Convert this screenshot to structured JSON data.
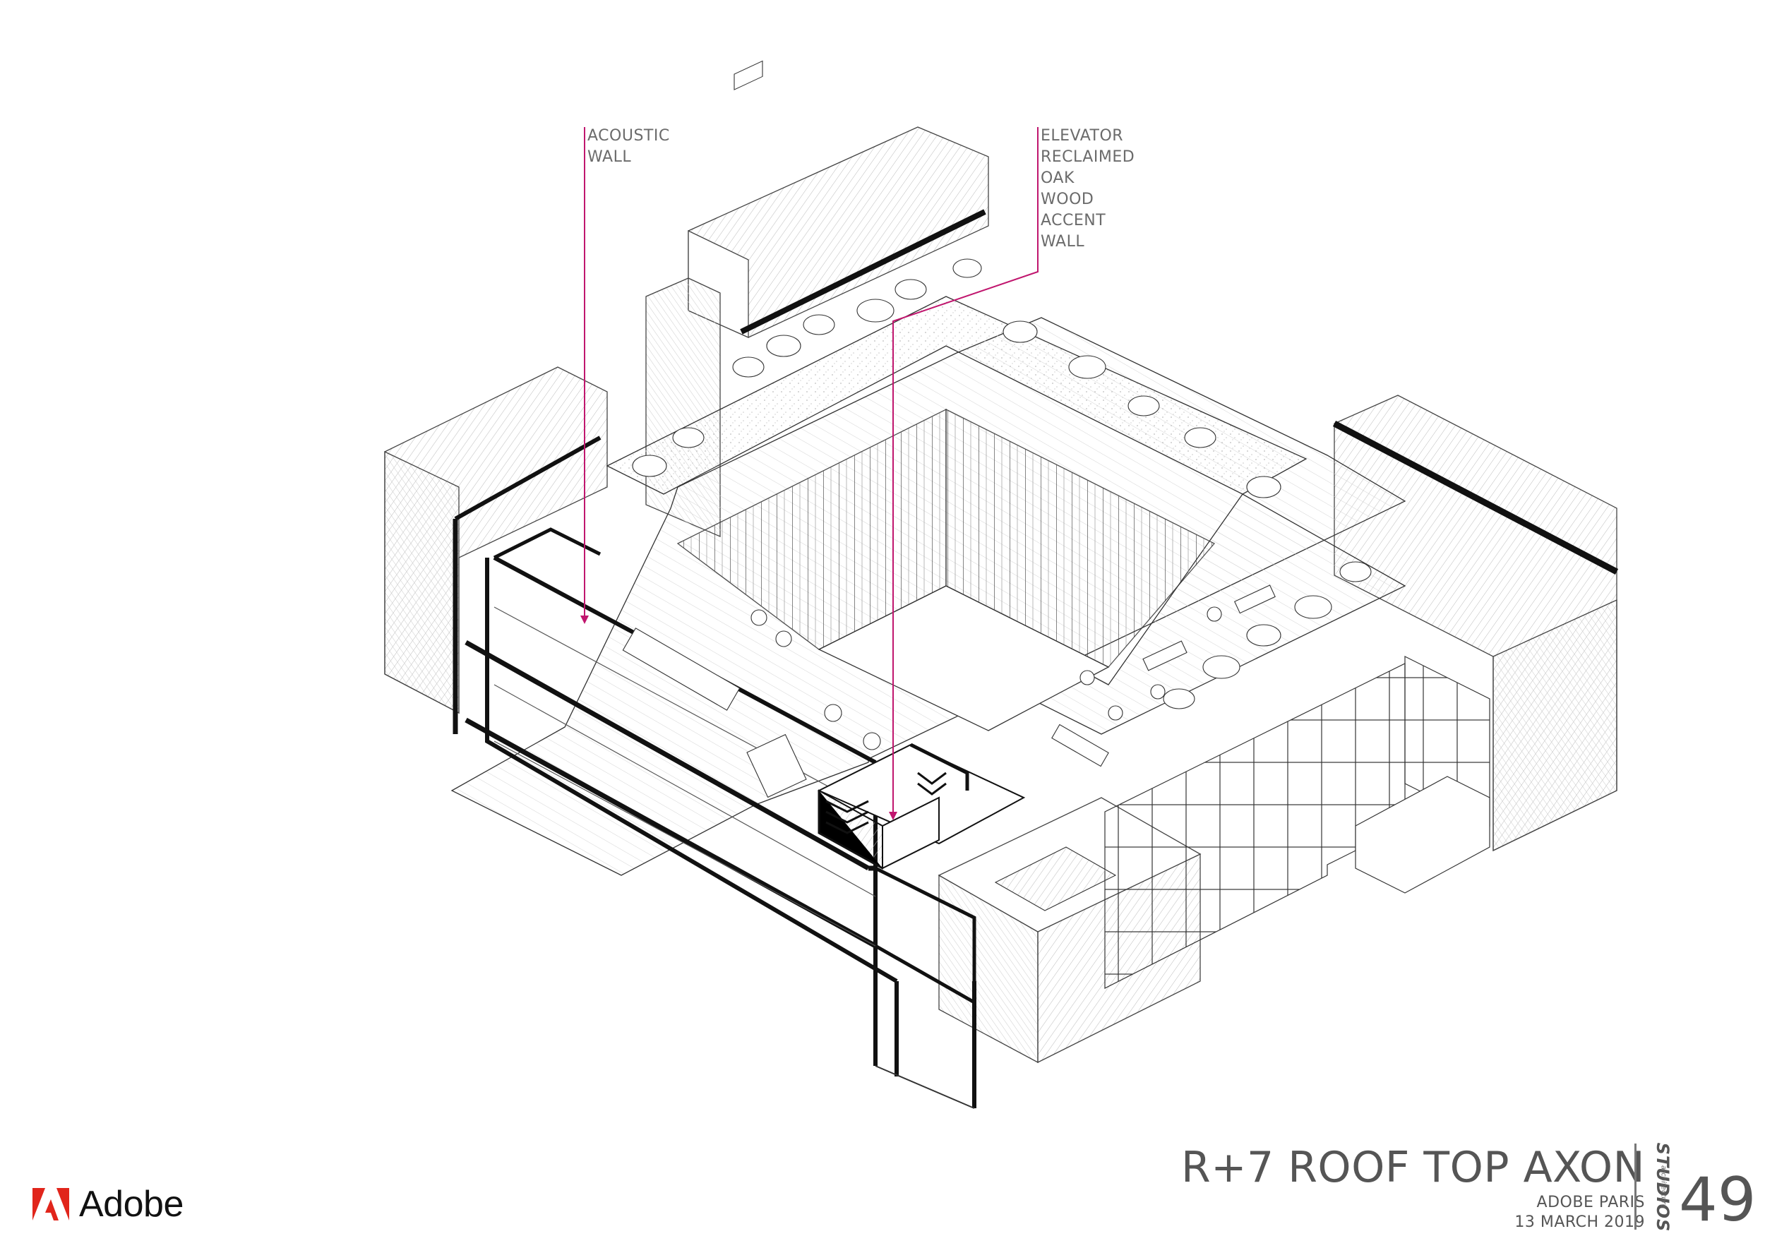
{
  "callouts": {
    "acoustic": [
      "ACOUSTIC",
      "WALL"
    ],
    "elevator": [
      "ELEVATOR",
      "RECLAIMED",
      "OAK",
      "WOOD",
      "ACCENT",
      "WALL"
    ]
  },
  "colors": {
    "callout_line": "#c0166e",
    "ink": "#1a1a1a",
    "logo_red": "#e1251b"
  },
  "logo": {
    "text": "Adobe",
    "icon": "adobe-logo-icon"
  },
  "title_block": {
    "title": "R+7 ROOF TOP AXON",
    "project": "ADOBE PARIS",
    "date": "13 MARCH 2019",
    "studio": "STUDIOS",
    "studio_sub": "architecture",
    "page_number": "49"
  }
}
